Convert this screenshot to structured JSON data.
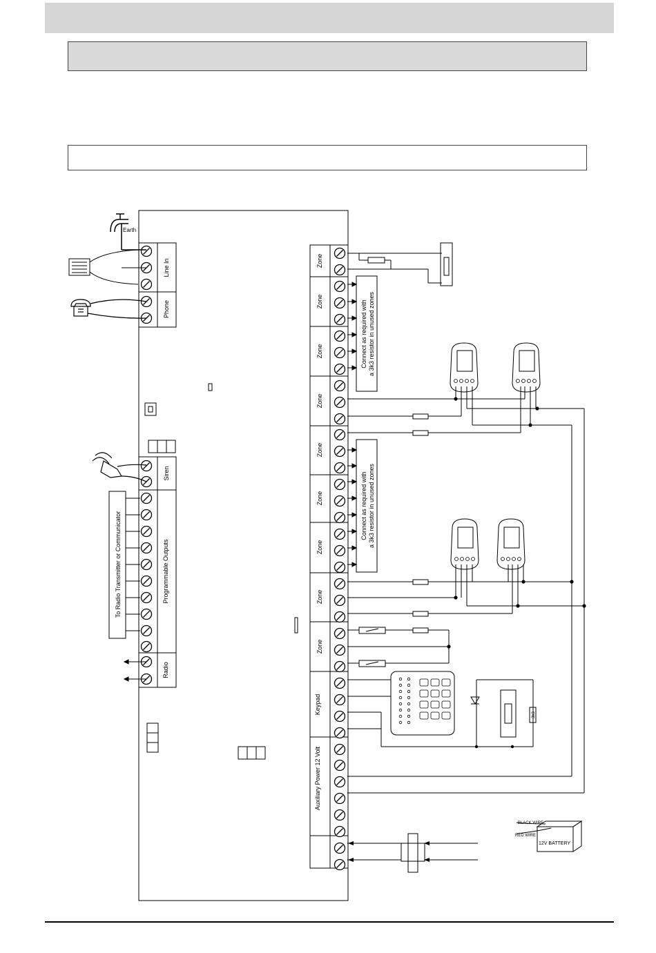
{
  "diagram": {
    "earth_label": "Earth",
    "line_in_label": "Line In",
    "phone_label": "Phone",
    "siren_label": "Siren",
    "programmable_outputs_label": "Programmable Outputs",
    "radio_label": "Radio",
    "radio_transmitter_label": "To Radio Transmitter or Communicator",
    "zone_label": "Zone",
    "keypad_label": "Keypad",
    "aux_power_label": "Auxiliary Power 12 Volt",
    "connect_note_line1": "Connect as required with",
    "connect_note_line2": "a 3k3 resistor in unused zones",
    "battery_label": "12V BATTERY",
    "black_wire_label": "BLACK WIRE",
    "red_wire_label": "RED WIRE",
    "resistor_label": "3k3",
    "minus": "-"
  }
}
